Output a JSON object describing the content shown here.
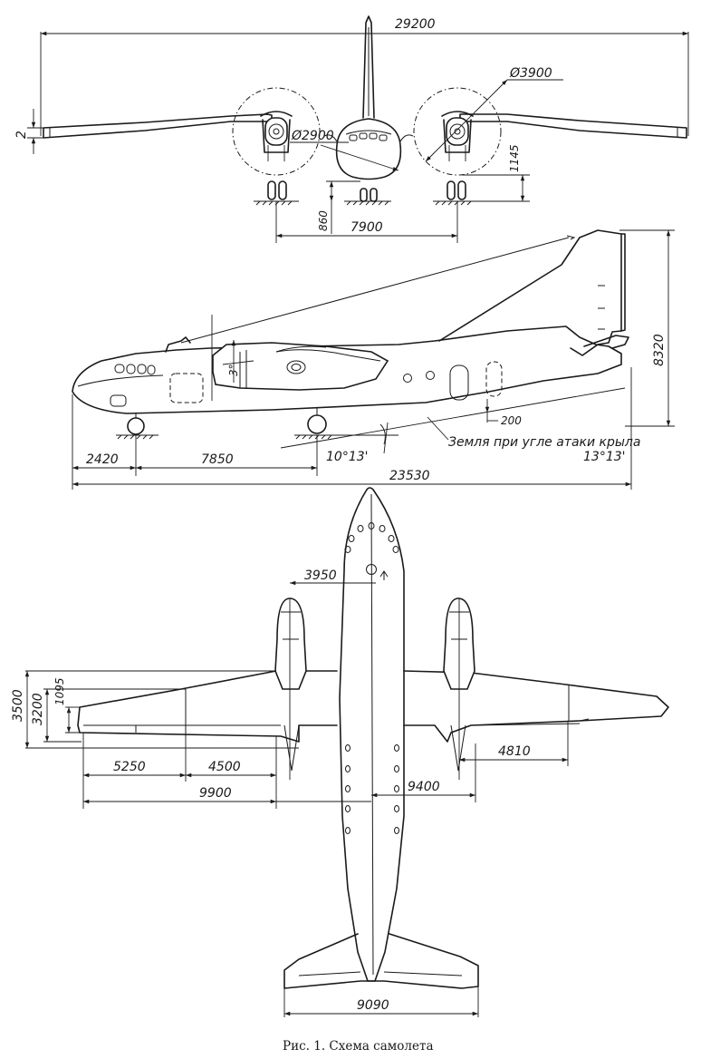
{
  "caption": "Рис. 1. Схема самолета",
  "front_view": {
    "span": "29200",
    "prop_diameter": "Ø3900",
    "fuselage_diameter": "Ø2900",
    "dihedral": "2°",
    "prop_clearance": "1145",
    "gear_height": "860",
    "track": "7900"
  },
  "side_view": {
    "height": "8320",
    "nacelle_angle": "3°",
    "tail_clearance": "200",
    "ground_label": "Земля при угле атаки крыла",
    "ground_angle": "13°13'",
    "tipback_angle": "10°13'",
    "nose_offset": "2420",
    "wheelbase": "7850",
    "length": "23530"
  },
  "top_view": {
    "nacelle_offset": "3950",
    "chord_root": "3500",
    "chord_mid": "3200",
    "flap_offset": "1095",
    "outer_segment": "5250",
    "inner_segment": "4500",
    "half_span_left": "9900",
    "half_span_right": "9400",
    "aileron_span": "4810",
    "stabilizer_span": "9090"
  }
}
